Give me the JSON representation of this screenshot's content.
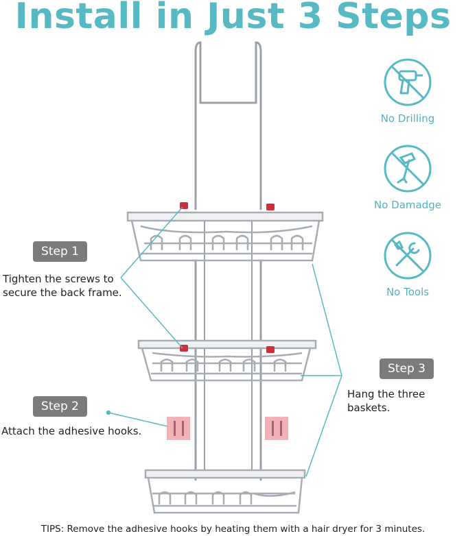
{
  "title": "Install in Just 3 Steps",
  "features": [
    {
      "label": "No Drilling",
      "icon": "no-drilling-icon"
    },
    {
      "label": "No Damadge",
      "icon": "no-hammer-icon"
    },
    {
      "label": "No Tools",
      "icon": "no-tools-icon"
    }
  ],
  "steps": [
    {
      "badge": "Step 1",
      "text_lines": [
        "Tighten the screws to",
        "secure the back frame."
      ]
    },
    {
      "badge": "Step 2",
      "text_lines": [
        "Attach the adhesive hooks."
      ]
    },
    {
      "badge": "Step 3",
      "text_lines": [
        "Hang the three baskets."
      ]
    }
  ],
  "tips": "TIPS: Remove the adhesive hooks by heating them with a hair dryer for 3 minutes.",
  "colors": {
    "accent": "#56b9c4",
    "badge": "#7b7b7b",
    "screw": "#c9303c",
    "hook": "#f2b1b6"
  }
}
